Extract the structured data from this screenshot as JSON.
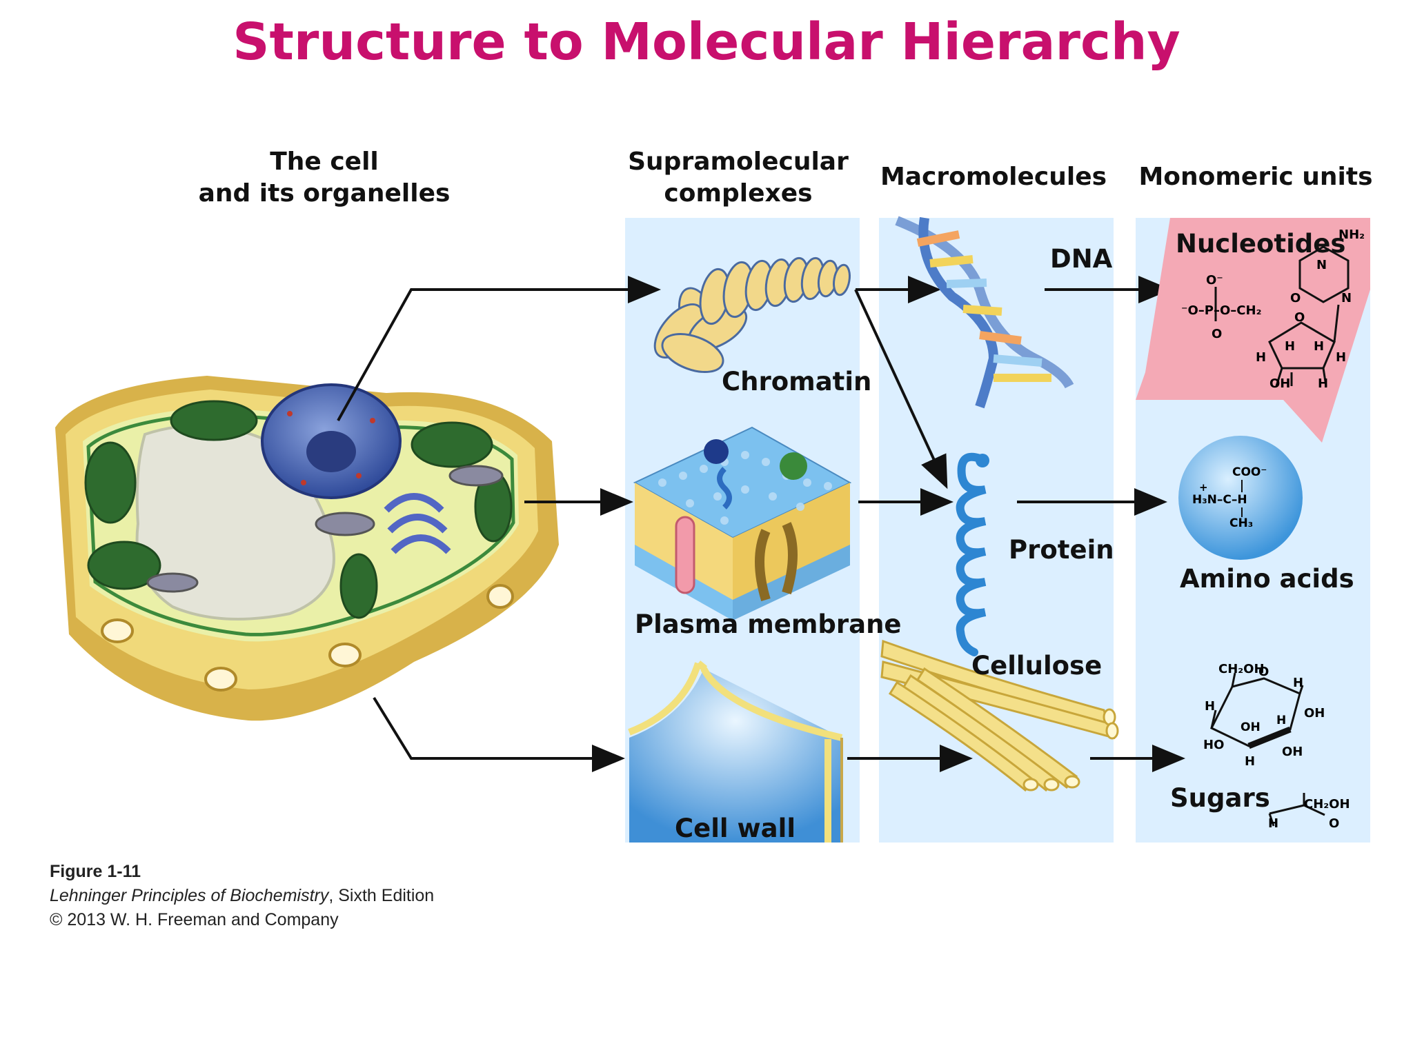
{
  "slide_title": "Structure to Molecular Hierarchy",
  "headers": {
    "cell_line1": "The cell",
    "cell_line2": "and its organelles",
    "supra_line1": "Supramolecular",
    "supra_line2": "complexes",
    "macro": "Macromolecules",
    "mono": "Monomeric units"
  },
  "labels": {
    "chromatin": "Chromatin",
    "plasma_membrane": "Plasma membrane",
    "cell_wall": "Cell wall",
    "dna": "DNA",
    "protein": "Protein",
    "cellulose": "Cellulose",
    "nucleotides": "Nucleotides",
    "amino_acids": "Amino acids",
    "sugars": "Sugars"
  },
  "chem": {
    "nh2": "NH₂",
    "n": "N",
    "o": "O",
    "o_minus": "O⁻",
    "minus_o_p": "⁻O–P–O–CH₂",
    "h": "H",
    "oh": "OH",
    "coo": "COO⁻",
    "plus": "+",
    "h3n": "H₃N–C–H",
    "ch3": "CH₃",
    "ch2oh": "CH₂OH",
    "ho": "HO"
  },
  "caption": {
    "figure": "Figure 1-11",
    "book_title": "Lehninger Principles of Biochemistry",
    "edition": ", Sixth Edition",
    "copyright": "© 2013 W. H. Freeman and Company"
  },
  "colors": {
    "title": "#c8106d",
    "panel": "#dcefff",
    "nucleotide_bg": "#f4a9b5",
    "arrow": "#111111"
  }
}
